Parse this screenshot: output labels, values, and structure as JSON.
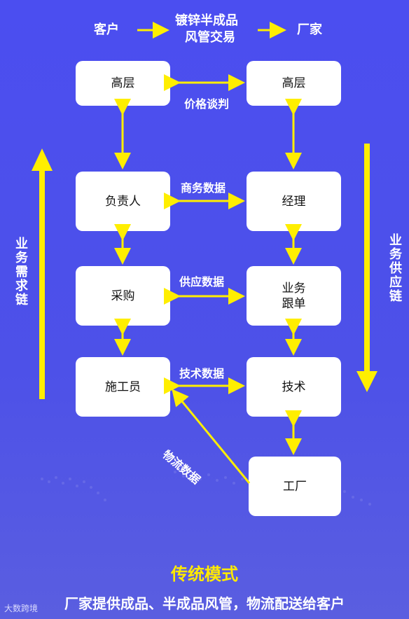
{
  "header": {
    "customer": "客户",
    "middle_line1": "镀锌半成品",
    "middle_line2": "风管交易",
    "factory": "厂家"
  },
  "nodes": {
    "left_exec": "高层",
    "right_exec": "高层",
    "left_owner": "负责人",
    "right_manager": "经理",
    "left_purchase": "采购",
    "right_business": "业务\n跟单",
    "left_installer": "施工员",
    "right_tech": "技术",
    "factory_node": "工厂"
  },
  "edge_labels": {
    "price": "价格谈判",
    "business": "商务数据",
    "supply": "供应数据",
    "tech": "技术数据",
    "logistics": "物流数据"
  },
  "side_labels": {
    "demand_chain": "业务需求链",
    "supply_chain": "业务供应链"
  },
  "footer": {
    "title": "传统模式",
    "subtitle": "厂家提供成品、半成品风管，物流配送给客户",
    "brand": "大数跨境"
  },
  "colors": {
    "background": "#4b4fe8",
    "arrow": "#ffee00",
    "title": "#ffea00"
  }
}
